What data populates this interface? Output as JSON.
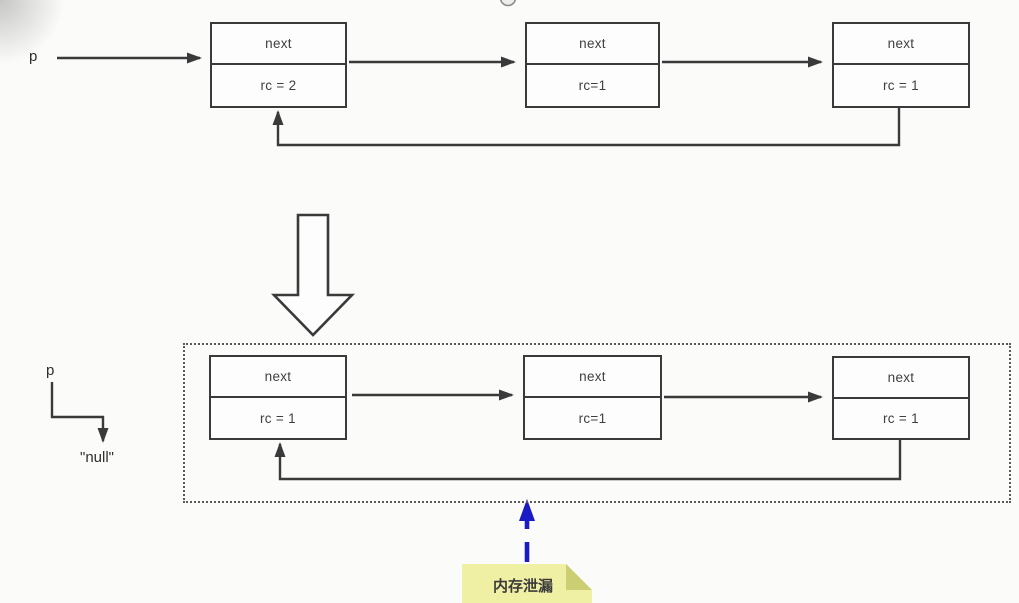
{
  "diagram": {
    "description": "reference-counted circular linked list before and after pointer release",
    "top_list": {
      "pointer": "p",
      "nodes": [
        {
          "field": "next",
          "rc": "rc = 2"
        },
        {
          "field": "next",
          "rc": "rc=1"
        },
        {
          "field": "next",
          "rc": "rc = 1"
        }
      ]
    },
    "bottom_list": {
      "pointer": "p",
      "null_value": "\"null\"",
      "nodes": [
        {
          "field": "next",
          "rc": "rc = 1"
        },
        {
          "field": "next",
          "rc": "rc=1"
        },
        {
          "field": "next",
          "rc": "rc = 1"
        }
      ]
    },
    "leak_note": {
      "text": "内存泄漏"
    },
    "icons": {
      "transition": "big-hollow-down-arrow",
      "leak_pointer": "blue-dashed-up-arrow"
    },
    "colors": {
      "line": "#3a3a3a",
      "ink": "#3f3f3f",
      "leak_arrow": "#1b1bc6",
      "note_fill": "#f0f0a4",
      "note_fold": "#cbce72",
      "background": "#fbfbfa",
      "node_fill": "#fdfdfd"
    }
  }
}
